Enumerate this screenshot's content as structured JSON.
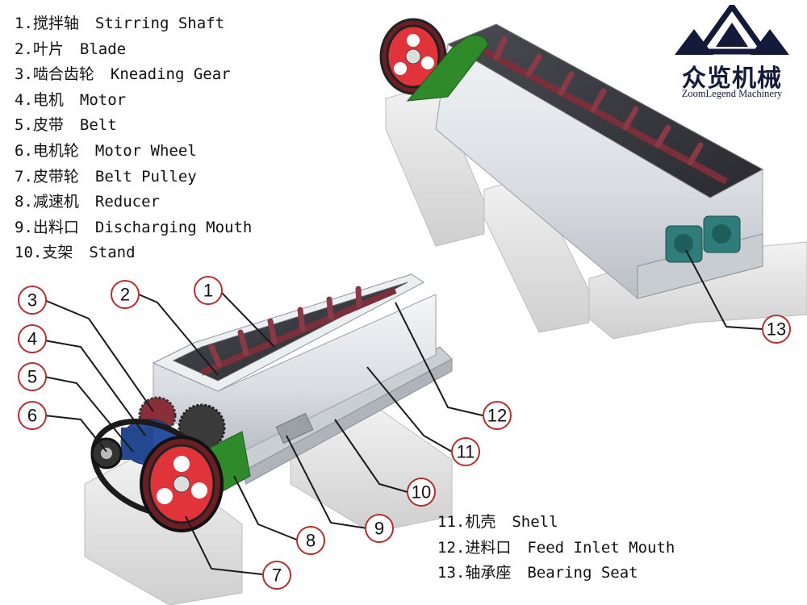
{
  "logo": {
    "name_zh": "众览机械",
    "name_en": "ZoomLegend Machinery"
  },
  "legend_top": [
    {
      "num": "1.",
      "zh": "搅拌轴",
      "en": "Stirring Shaft"
    },
    {
      "num": "2.",
      "zh": "叶片",
      "en": "Blade"
    },
    {
      "num": "3.",
      "zh": "啮合齿轮",
      "en": "Kneading Gear"
    },
    {
      "num": "4.",
      "zh": "电机",
      "en": "Motor"
    },
    {
      "num": "5.",
      "zh": "皮带",
      "en": "Belt"
    },
    {
      "num": "6.",
      "zh": "电机轮",
      "en": "Motor Wheel"
    },
    {
      "num": "7.",
      "zh": "皮带轮",
      "en": "Belt Pulley"
    },
    {
      "num": "8.",
      "zh": "减速机",
      "en": "Reducer"
    },
    {
      "num": "9.",
      "zh": "出料口",
      "en": "Discharging Mouth"
    },
    {
      "num": "10.",
      "zh": "支架",
      "en": "Stand"
    }
  ],
  "legend_bottom": [
    {
      "num": "11.",
      "zh": "机壳",
      "en": "Shell"
    },
    {
      "num": "12.",
      "zh": "进料口",
      "en": "Feed Inlet Mouth"
    },
    {
      "num": "13.",
      "zh": "轴承座",
      "en": "Bearing Seat"
    }
  ],
  "callouts": [
    "1",
    "2",
    "3",
    "4",
    "5",
    "6",
    "7",
    "8",
    "9",
    "10",
    "11",
    "12",
    "13"
  ],
  "colors": {
    "shell": "#dfe3e7",
    "shaft": "#7a2f3a",
    "reducer": "#2f8a2a",
    "motor": "#2a4fa0",
    "pulley": "#e0333a",
    "callout_ring": "#b03030",
    "base": "#e6e6e6",
    "logo": "#141a3a"
  }
}
